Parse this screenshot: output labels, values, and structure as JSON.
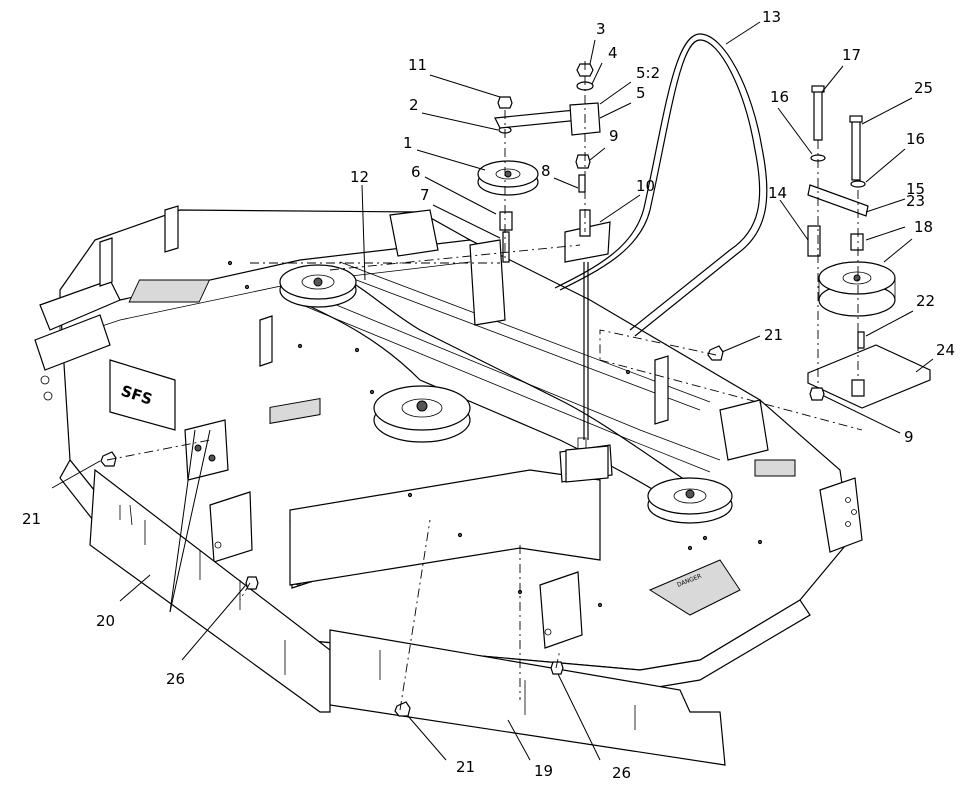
{
  "callouts": {
    "c1": "1",
    "c2": "2",
    "c3": "3",
    "c4": "4",
    "c5_2": "5:2",
    "c5": "5",
    "c6": "6",
    "c7": "7",
    "c8": "8",
    "c9a": "9",
    "c9b": "9",
    "c10": "10",
    "c11": "11",
    "c12": "12",
    "c13": "13",
    "c14": "14",
    "c15": "15",
    "c16a": "16",
    "c16b": "16",
    "c17": "17",
    "c18": "18",
    "c19": "19",
    "c20": "20",
    "c21a": "21",
    "c21b": "21",
    "c21c": "21",
    "c22": "22",
    "c23": "23",
    "c24": "24",
    "c25": "25",
    "c26a": "26",
    "c26b": "26"
  },
  "decals": {
    "danger": "DANGER",
    "sfs": "SFS"
  }
}
